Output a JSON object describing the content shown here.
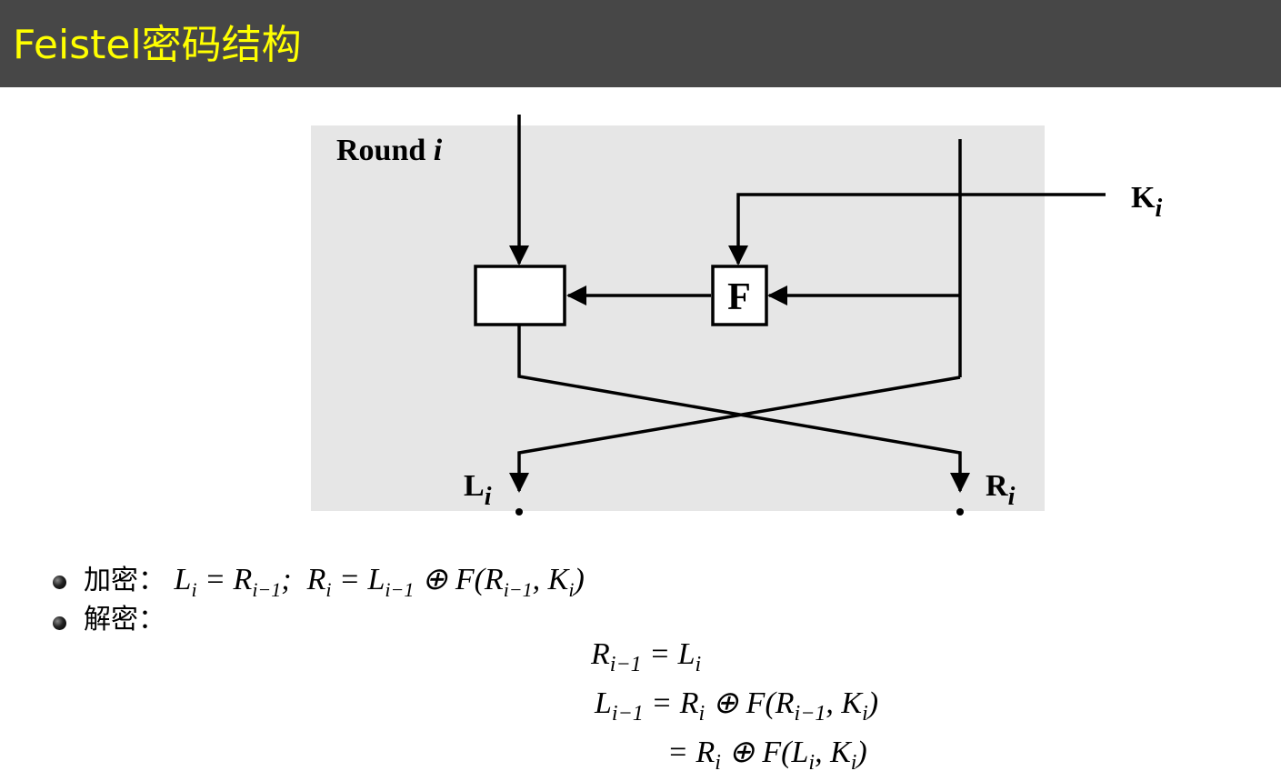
{
  "slide": {
    "title": "Feistel密码结构"
  },
  "diagram": {
    "round_label": "Round",
    "round_var": "i",
    "f_label": "F",
    "key_label": "K",
    "key_sub": "i",
    "left_out_label": "L",
    "left_out_sub": "i",
    "right_out_label": "R",
    "right_out_sub": "i",
    "colors": {
      "round_bg": "#e6e6e6",
      "line": "#000000"
    }
  },
  "bullets": [
    {
      "label": "加密：",
      "formula": "L_i = R_{i−1};  R_i = L_{i−1} ⊕ F(R_{i−1}, K_i)"
    },
    {
      "label": "解密："
    }
  ],
  "decryption": [
    {
      "lhs": "R_{i−1}",
      "rhs": "= L_i"
    },
    {
      "lhs": "L_{i−1}",
      "rhs": "= R_i ⊕ F(R_{i−1}, K_i)"
    },
    {
      "lhs": "",
      "rhs": "= R_i ⊕ F(L_i, K_i)"
    }
  ]
}
